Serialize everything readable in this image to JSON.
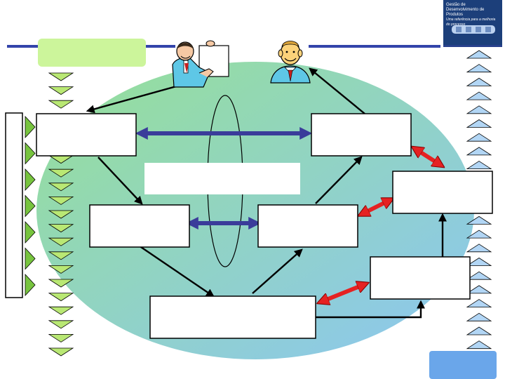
{
  "logo": {
    "line1": "Gestão de",
    "line2": "Desenvolvimento de Produtos",
    "line3": "Uma referência para a melhoria do processo",
    "background": "#1c3f7a"
  },
  "colors": {
    "header_bar": "#3344aa",
    "ellipse_start": "#8edd8e",
    "ellipse_end": "#8cc6f2",
    "green_tab": "#ccf59b",
    "triangle_green": "#b9e874",
    "triangle_blue": "#b2d6f5",
    "blue_arrow": "#3a3c9a",
    "red_arrow": "#e52222",
    "corner_box": "#6aa6ea"
  },
  "people": [
    {
      "name": "presenter",
      "icon": "presenter-with-board-icon"
    },
    {
      "name": "manager",
      "icon": "smiling-man-icon"
    }
  ],
  "boxes": [
    {
      "id": "top-left",
      "text": ""
    },
    {
      "id": "top-right",
      "text": ""
    },
    {
      "id": "center-wide",
      "text": ""
    },
    {
      "id": "mid-left",
      "text": ""
    },
    {
      "id": "mid-right",
      "text": ""
    },
    {
      "id": "bottom",
      "text": ""
    },
    {
      "id": "right-upper",
      "text": ""
    },
    {
      "id": "right-lower",
      "text": ""
    }
  ]
}
